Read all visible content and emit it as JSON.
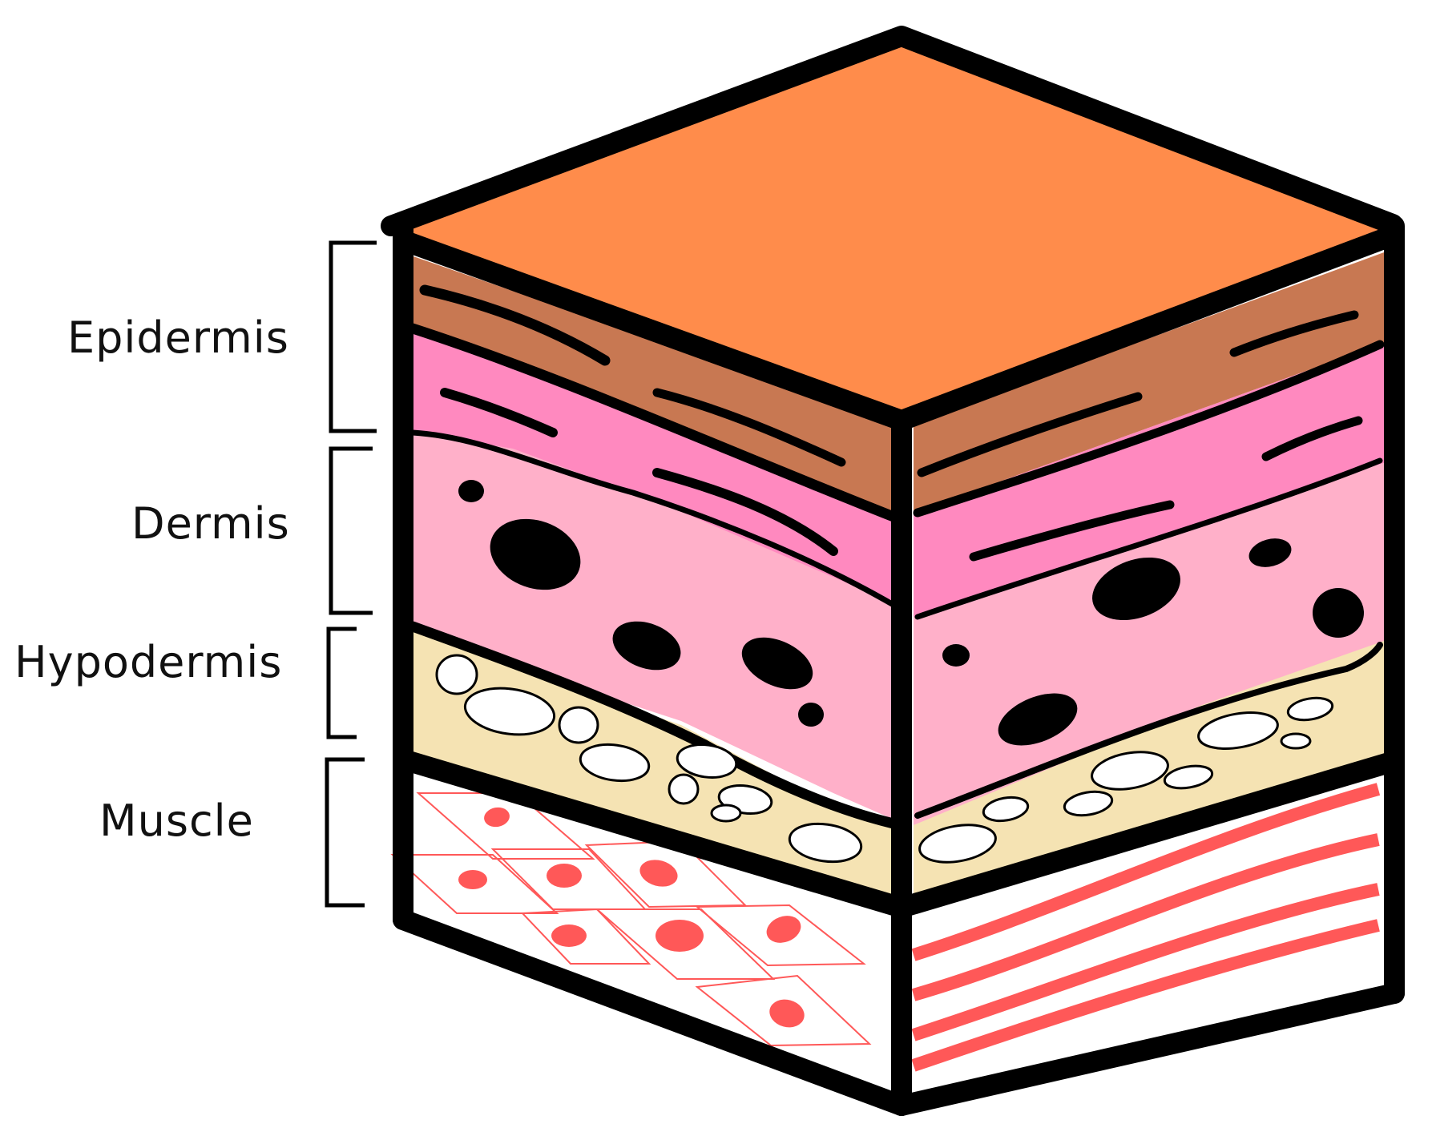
{
  "labels": {
    "epidermis": "Epidermis",
    "dermis": "Dermis",
    "hypodermis": "Hypodermis",
    "muscle": "Muscle"
  },
  "colors": {
    "outline": "#000000",
    "top_face": "#FF8C4B",
    "stratum_corneum": "#C87852",
    "epidermis_pink": "#FF89BF",
    "dermis_pink": "#FFB0C9",
    "hypodermis_fat": "#F5E3B3",
    "fat_cell": "#FFFFFF",
    "muscle_red": "#FF5858",
    "background": "#FFFFFF"
  }
}
